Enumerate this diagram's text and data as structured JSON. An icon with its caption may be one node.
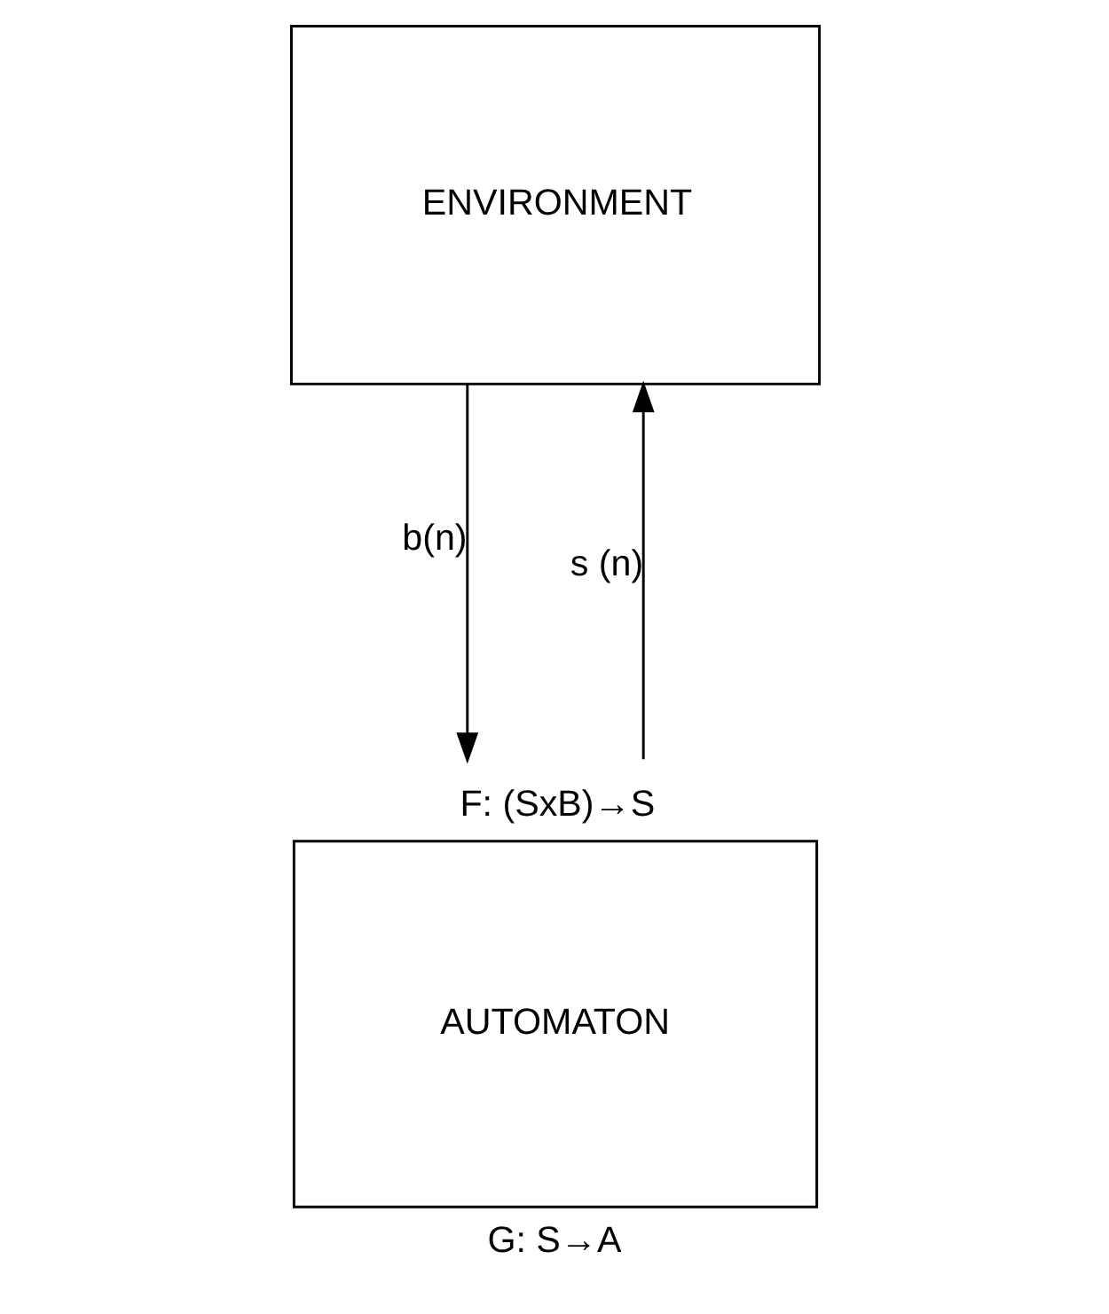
{
  "diagram": {
    "nodes": [
      {
        "text": [
          "ENVIRONMENT"
        ]
      },
      {
        "text": [
          "AUTOMATON"
        ],
        "beside": [
          "F: (SxB)→S",
          "G: S→A"
        ]
      }
    ],
    "edges": [
      {
        "from": 1,
        "to": 0,
        "arrow": "to",
        "label": "s (n)"
      },
      {
        "from": 0,
        "to": 1,
        "arrow": "to",
        "label": "b(n)"
      }
    ]
  }
}
